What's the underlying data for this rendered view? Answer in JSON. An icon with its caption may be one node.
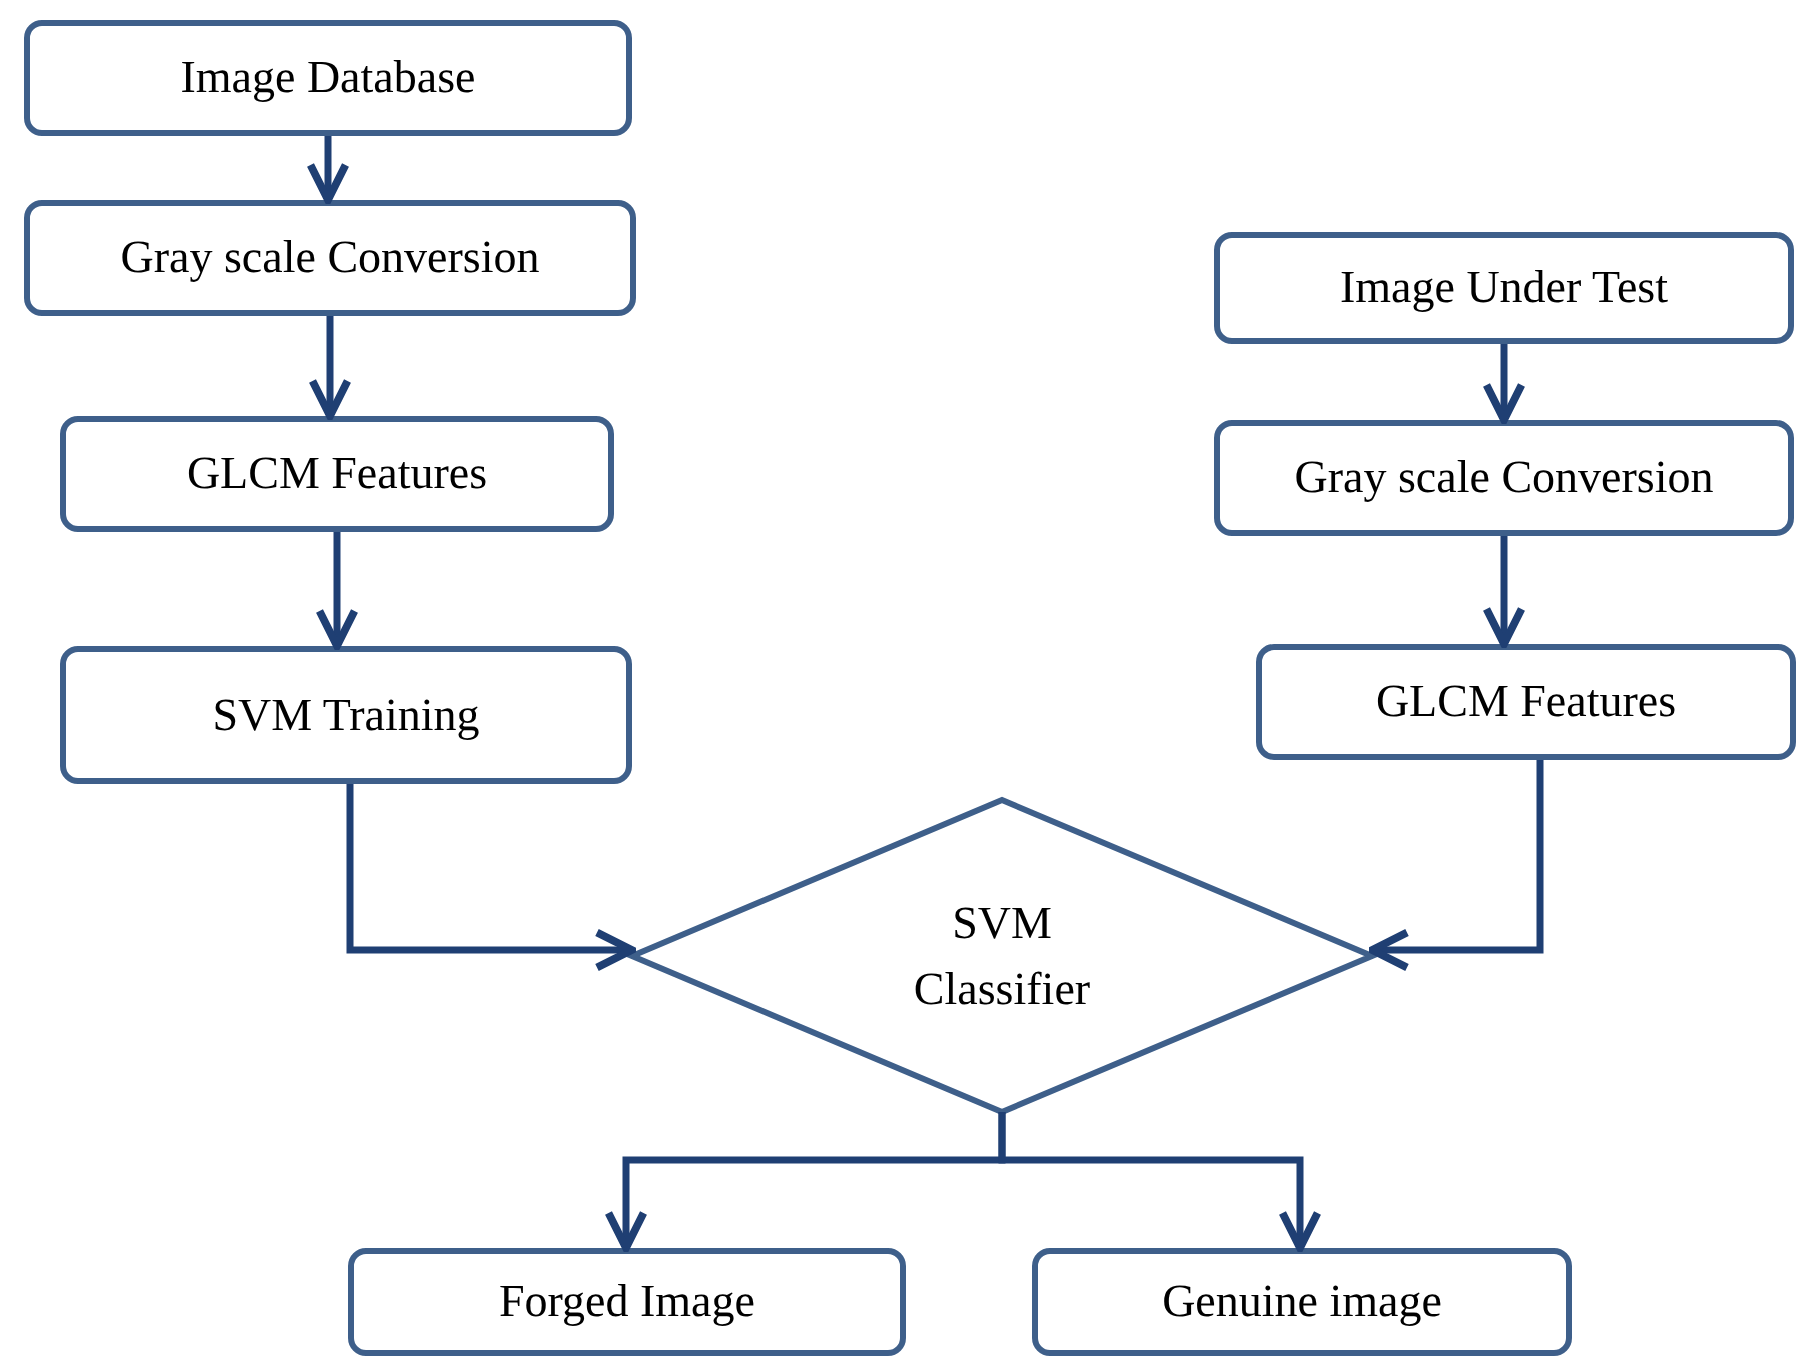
{
  "diagram": {
    "nodes": [
      {
        "text": [
          "Image Database"
        ]
      },
      {
        "text": [
          "Gray scale Conversion"
        ]
      },
      {
        "text": [
          "GLCM Features"
        ]
      },
      {
        "text": [
          "SVM Training"
        ]
      },
      {
        "text": [
          "Image Under Test"
        ]
      },
      {
        "text": [
          "Gray scale Conversion"
        ]
      },
      {
        "text": [
          "GLCM Features"
        ]
      },
      {
        "text": [
          "SVM Classifier"
        ]
      },
      {
        "text": [
          "Forged Image"
        ]
      },
      {
        "text": [
          "Genuine image"
        ]
      }
    ],
    "edges": [
      {
        "from": 0,
        "to": 1,
        "arrow": "to"
      },
      {
        "from": 1,
        "to": 2,
        "arrow": "to"
      },
      {
        "from": 2,
        "to": 3,
        "arrow": "to"
      },
      {
        "from": 3,
        "to": 7,
        "arrow": "to"
      },
      {
        "from": 4,
        "to": 5,
        "arrow": "to"
      },
      {
        "from": 5,
        "to": 6,
        "arrow": "to"
      },
      {
        "from": 6,
        "to": 7,
        "arrow": "to"
      },
      {
        "from": 7,
        "to": 8,
        "arrow": "to"
      },
      {
        "from": 7,
        "to": 9,
        "arrow": "to"
      }
    ]
  }
}
